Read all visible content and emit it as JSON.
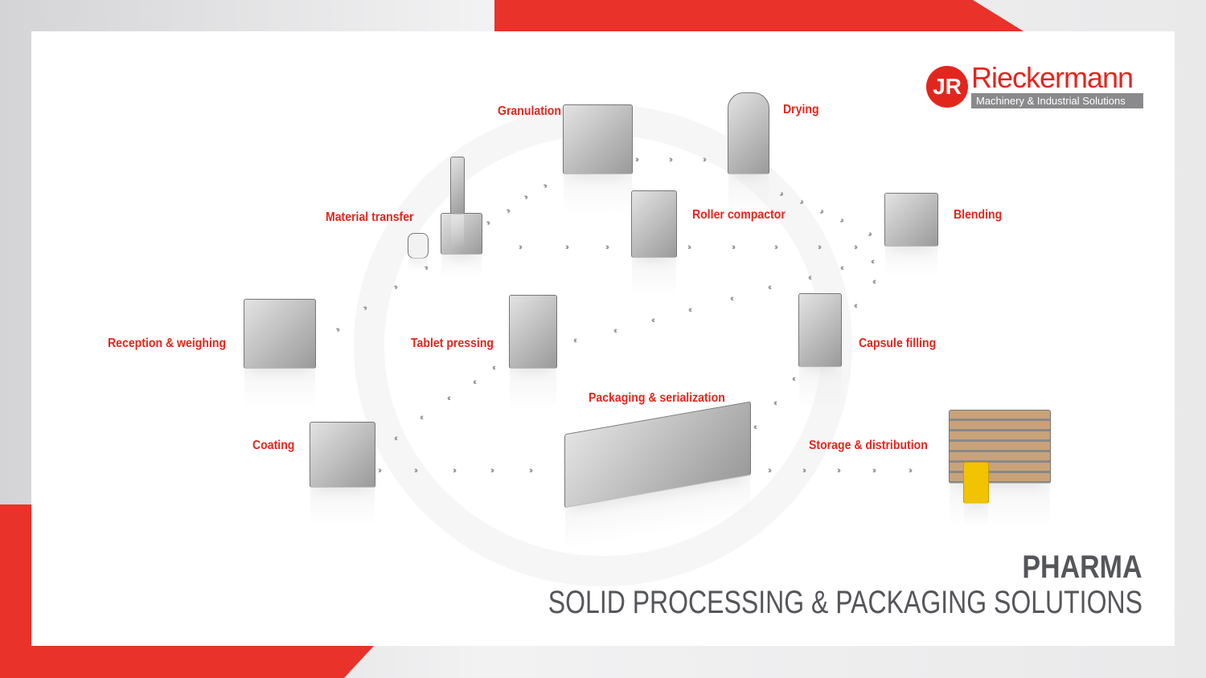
{
  "brand": {
    "name": "Rieckermann",
    "tagline": "Machinery & Industrial Solutions",
    "monogram": "JR"
  },
  "headline": {
    "title": "PHARMA",
    "subtitle": "SOLID PROCESSING & PACKAGING SOLUTIONS"
  },
  "steps": {
    "granulation": "Granulation",
    "drying": "Drying",
    "material_transfer": "Material transfer",
    "roller_compactor": "Roller compactor",
    "blending": "Blending",
    "reception_weighing": "Reception & weighing",
    "tablet_pressing": "Tablet pressing",
    "capsule_filling": "Capsule filling",
    "packaging_serialization": "Packaging & serialization",
    "coating": "Coating",
    "storage_distribution": "Storage & distribution"
  },
  "colors": {
    "accent": "#e3261d",
    "text": "#55565a"
  }
}
